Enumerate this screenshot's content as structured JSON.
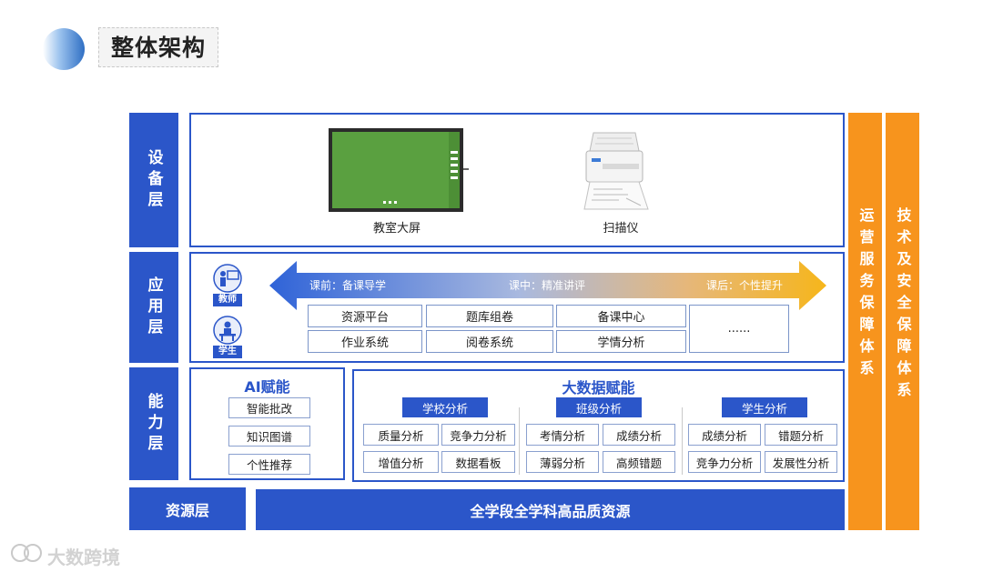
{
  "title": "整体架构",
  "layers": {
    "device": "设备层",
    "application": "应用层",
    "capability": "能力层",
    "resource": "资源层"
  },
  "devices": [
    {
      "label": "教室大屏",
      "icon": "smart-screen-icon"
    },
    {
      "label": "扫描仪",
      "icon": "scanner-icon"
    }
  ],
  "application": {
    "roles": [
      {
        "label": "教师",
        "icon": "teacher-icon"
      },
      {
        "label": "学生",
        "icon": "student-icon"
      }
    ],
    "arrow": {
      "before": "课前：备课导学",
      "during": "课中：精准讲评",
      "after": "课后：个性提升"
    },
    "systems": [
      "资源平台",
      "题库组卷",
      "备课中心",
      "作业系统",
      "阅卷系统",
      "学情分析",
      "......"
    ]
  },
  "ai": {
    "title": "AI赋能",
    "items": [
      "智能批改",
      "知识图谱",
      "个性推荐"
    ]
  },
  "bigdata": {
    "title": "大数据赋能",
    "groups": [
      {
        "header": "学校分析",
        "items": [
          "质量分析",
          "竞争力分析",
          "增值分析",
          "数据看板"
        ]
      },
      {
        "header": "班级分析",
        "items": [
          "考情分析",
          "成绩分析",
          "薄弱分析",
          "高频错题"
        ]
      },
      {
        "header": "学生分析",
        "items": [
          "成绩分析",
          "错题分析",
          "竞争力分析",
          "发展性分析"
        ]
      }
    ]
  },
  "resource": "全学段全学科高品质资源",
  "side": {
    "ops": "运营服务保障体系",
    "tech": "技术及安全保障体系"
  },
  "watermark": "大数跨境",
  "colors": {
    "primary": "#2b56c9",
    "orange": "#f7941d"
  }
}
